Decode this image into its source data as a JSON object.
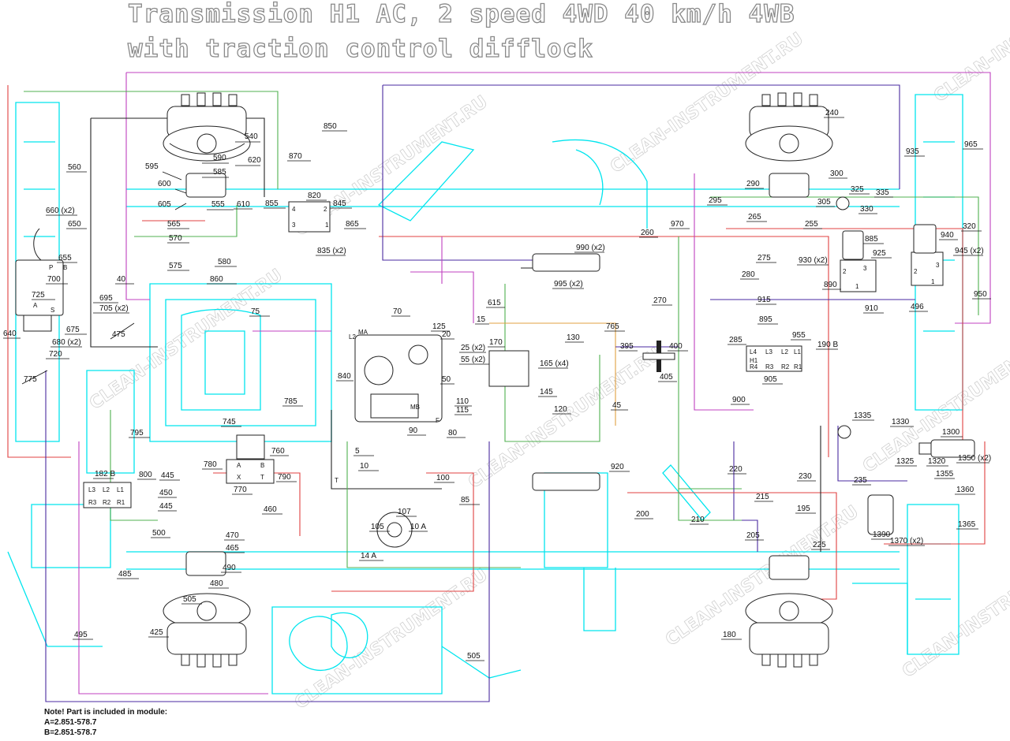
{
  "title": {
    "line1": "Transmission H1 AC, 2 speed 4WD 40 km/h 4WB",
    "line2": "with traction control difflock"
  },
  "note": {
    "heading": "Note! Part is included in module:",
    "line_a": "A=2.851-578.7",
    "line_b": "B=2.851-578.7"
  },
  "watermark": "CLEAN-INSTRUMENT.RU",
  "colors": {
    "frame": "#00e5ee",
    "hose_magenta": "#c040c0",
    "hose_green": "#50b050",
    "hose_red": "#e04040",
    "hose_purple": "#4a2aa0",
    "hose_orange": "#e0a040",
    "hose_black": "#222222",
    "ink": "#111111"
  },
  "callouts": [
    {
      "id": "c1",
      "label": "540"
    },
    {
      "id": "c2",
      "label": "620"
    },
    {
      "id": "c3",
      "label": "590"
    },
    {
      "id": "c4",
      "label": "585"
    },
    {
      "id": "c5",
      "label": "595"
    },
    {
      "id": "c6",
      "label": "600"
    },
    {
      "id": "c7",
      "label": "605"
    },
    {
      "id": "c8",
      "label": "555"
    },
    {
      "id": "c9",
      "label": "560"
    },
    {
      "id": "c10",
      "label": "660 (x2)"
    },
    {
      "id": "c11",
      "label": "650"
    },
    {
      "id": "c12",
      "label": "655"
    },
    {
      "id": "c13",
      "label": "700"
    },
    {
      "id": "c14",
      "label": "725"
    },
    {
      "id": "c15",
      "label": "695"
    },
    {
      "id": "c16",
      "label": "705 (x2)"
    },
    {
      "id": "c17",
      "label": "675"
    },
    {
      "id": "c18",
      "label": "680 (x2)"
    },
    {
      "id": "c19",
      "label": "720"
    },
    {
      "id": "c20",
      "label": "640"
    },
    {
      "id": "c21",
      "label": "775"
    },
    {
      "id": "c22",
      "label": "40"
    },
    {
      "id": "c23",
      "label": "475"
    },
    {
      "id": "c24",
      "label": "565"
    },
    {
      "id": "c25",
      "label": "570"
    },
    {
      "id": "c26",
      "label": "575"
    },
    {
      "id": "c27",
      "label": "580"
    },
    {
      "id": "c28",
      "label": "610"
    },
    {
      "id": "c29",
      "label": "860"
    },
    {
      "id": "c30",
      "label": "75"
    },
    {
      "id": "c31",
      "label": "850"
    },
    {
      "id": "c32",
      "label": "870"
    },
    {
      "id": "c33",
      "label": "820"
    },
    {
      "id": "c34",
      "label": "855"
    },
    {
      "id": "c35",
      "label": "845"
    },
    {
      "id": "c36",
      "label": "865"
    },
    {
      "id": "c37",
      "label": "835 (x2)"
    },
    {
      "id": "c38",
      "label": "840"
    },
    {
      "id": "c39",
      "label": "70"
    },
    {
      "id": "c40",
      "label": "125"
    },
    {
      "id": "c41",
      "label": "20"
    },
    {
      "id": "c42",
      "label": "15"
    },
    {
      "id": "c43",
      "label": "25 (x2)"
    },
    {
      "id": "c44",
      "label": "55 (x2)"
    },
    {
      "id": "c45",
      "label": "50"
    },
    {
      "id": "c46",
      "label": "110"
    },
    {
      "id": "c47",
      "label": "115"
    },
    {
      "id": "c48",
      "label": "90"
    },
    {
      "id": "c49",
      "label": "80"
    },
    {
      "id": "c50",
      "label": "5"
    },
    {
      "id": "c51",
      "label": "10"
    },
    {
      "id": "c52",
      "label": "100"
    },
    {
      "id": "c53",
      "label": "105"
    },
    {
      "id": "c54",
      "label": "107"
    },
    {
      "id": "c55",
      "label": "85"
    },
    {
      "id": "c56",
      "label": "14 A"
    },
    {
      "id": "c57",
      "label": "785"
    },
    {
      "id": "c58",
      "label": "745"
    },
    {
      "id": "c59",
      "label": "760"
    },
    {
      "id": "c60",
      "label": "780"
    },
    {
      "id": "c61",
      "label": "790"
    },
    {
      "id": "c62",
      "label": "770"
    },
    {
      "id": "c63",
      "label": "795"
    },
    {
      "id": "c64",
      "label": "800"
    },
    {
      "id": "c65",
      "label": "445"
    },
    {
      "id": "c66",
      "label": "450"
    },
    {
      "id": "c67",
      "label": "445"
    },
    {
      "id": "c68",
      "label": "500"
    },
    {
      "id": "c69",
      "label": "470"
    },
    {
      "id": "c70",
      "label": "465"
    },
    {
      "id": "c71",
      "label": "490"
    },
    {
      "id": "c72",
      "label": "480"
    },
    {
      "id": "c73",
      "label": "460"
    },
    {
      "id": "c74",
      "label": "485"
    },
    {
      "id": "c75",
      "label": "505"
    },
    {
      "id": "c76",
      "label": "425"
    },
    {
      "id": "c77",
      "label": "495"
    },
    {
      "id": "c78",
      "label": "505"
    },
    {
      "id": "c79",
      "label": "615"
    },
    {
      "id": "c80",
      "label": "170"
    },
    {
      "id": "c81",
      "label": "165 (x4)"
    },
    {
      "id": "c82",
      "label": "145"
    },
    {
      "id": "c83",
      "label": "130"
    },
    {
      "id": "c84",
      "label": "765"
    },
    {
      "id": "c85",
      "label": "120"
    },
    {
      "id": "c86",
      "label": "45"
    },
    {
      "id": "c87",
      "label": "990 (x2)"
    },
    {
      "id": "c88",
      "label": "995 (x2)"
    },
    {
      "id": "c89",
      "label": "260"
    },
    {
      "id": "c90",
      "label": "270"
    },
    {
      "id": "c91",
      "label": "395"
    },
    {
      "id": "c92",
      "label": "400"
    },
    {
      "id": "c93",
      "label": "405"
    },
    {
      "id": "c94",
      "label": "920"
    },
    {
      "id": "c95",
      "label": "240"
    },
    {
      "id": "c96",
      "label": "300"
    },
    {
      "id": "c97",
      "label": "290"
    },
    {
      "id": "c98",
      "label": "295"
    },
    {
      "id": "c99",
      "label": "265"
    },
    {
      "id": "c100",
      "label": "325"
    },
    {
      "id": "c101",
      "label": "335"
    },
    {
      "id": "c102",
      "label": "305"
    },
    {
      "id": "c103",
      "label": "330"
    },
    {
      "id": "c104",
      "label": "255"
    },
    {
      "id": "c105",
      "label": "970"
    },
    {
      "id": "c106",
      "label": "275"
    },
    {
      "id": "c107",
      "label": "930 (x2)"
    },
    {
      "id": "c108",
      "label": "280"
    },
    {
      "id": "c109",
      "label": "890"
    },
    {
      "id": "c110",
      "label": "915"
    },
    {
      "id": "c111",
      "label": "895"
    },
    {
      "id": "c112",
      "label": "885"
    },
    {
      "id": "c113",
      "label": "925"
    },
    {
      "id": "c114",
      "label": "940"
    },
    {
      "id": "c115",
      "label": "945 (x2)"
    },
    {
      "id": "c116",
      "label": "320"
    },
    {
      "id": "c117",
      "label": "935"
    },
    {
      "id": "c118",
      "label": "965"
    },
    {
      "id": "c119",
      "label": "950"
    },
    {
      "id": "c120",
      "label": "910"
    },
    {
      "id": "c121",
      "label": "496"
    },
    {
      "id": "c122",
      "label": "285"
    },
    {
      "id": "c123",
      "label": "955"
    },
    {
      "id": "c124",
      "label": "190 B"
    },
    {
      "id": "c125",
      "label": "905"
    },
    {
      "id": "c126",
      "label": "900"
    },
    {
      "id": "c127",
      "label": "1335"
    },
    {
      "id": "c128",
      "label": "1330"
    },
    {
      "id": "c129",
      "label": "1300"
    },
    {
      "id": "c130",
      "label": "1325"
    },
    {
      "id": "c131",
      "label": "1320"
    },
    {
      "id": "c132",
      "label": "1350 (x2)"
    },
    {
      "id": "c133",
      "label": "1355"
    },
    {
      "id": "c134",
      "label": "1360"
    },
    {
      "id": "c135",
      "label": "1365"
    },
    {
      "id": "c136",
      "label": "1390"
    },
    {
      "id": "c137",
      "label": "1370 (x2)"
    },
    {
      "id": "c138",
      "label": "220"
    },
    {
      "id": "c139",
      "label": "230"
    },
    {
      "id": "c140",
      "label": "235"
    },
    {
      "id": "c141",
      "label": "215"
    },
    {
      "id": "c142",
      "label": "195"
    },
    {
      "id": "c143",
      "label": "205"
    },
    {
      "id": "c144",
      "label": "225"
    },
    {
      "id": "c145",
      "label": "200"
    },
    {
      "id": "c146",
      "label": "210"
    },
    {
      "id": "c147",
      "label": "180"
    },
    {
      "id": "c148",
      "label": "10 A"
    },
    {
      "id": "c149",
      "label": "182 B"
    }
  ],
  "port_labels": {
    "valve_a": [
      "P",
      "B",
      "A",
      "S"
    ],
    "block_820": [
      "4",
      "3",
      "2",
      "1"
    ],
    "block_770": [
      "A",
      "B",
      "X",
      "T"
    ],
    "block_182": [
      "L3",
      "L2",
      "L1",
      "R3",
      "R2",
      "R1"
    ],
    "block_190": [
      "L4",
      "L3",
      "L2",
      "L1",
      "H1",
      "R4",
      "R3",
      "R2",
      "R1"
    ],
    "pump": [
      "MA",
      "L2",
      "MB",
      "F",
      "T"
    ],
    "valves_right": [
      "2",
      "3",
      "1",
      "2",
      "3",
      "1"
    ]
  }
}
